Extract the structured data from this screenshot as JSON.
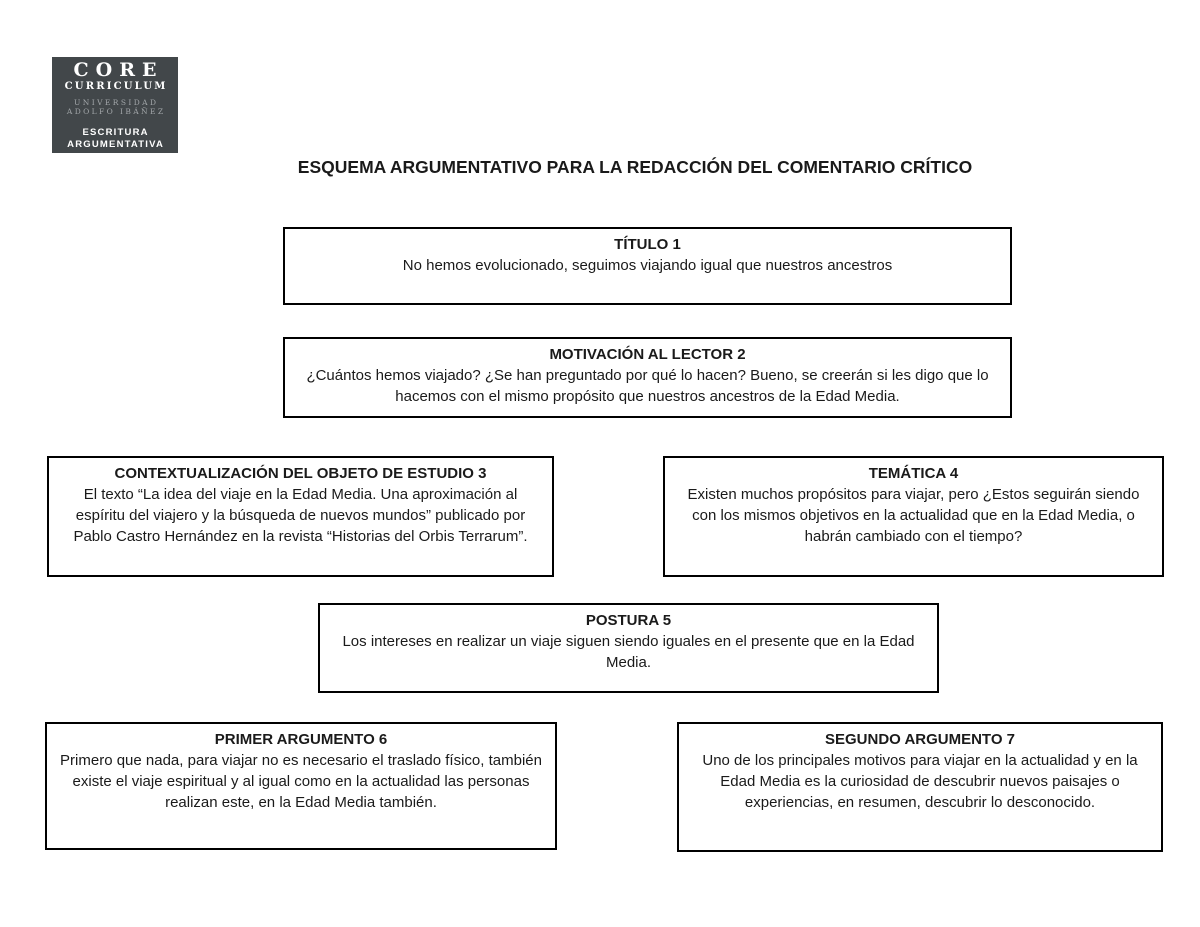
{
  "page_title": "ESQUEMA ARGUMENTATIVO PARA LA REDACCIÓN DEL COMENTARIO CRÍTICO",
  "logo": {
    "core": "CORE",
    "curriculum": "CURRICULUM",
    "universidad": "UNIVERSIDAD",
    "adolfo_ibanez": "ADOLFO IBÁÑEZ",
    "escritura": "ESCRITURA",
    "argumentativa": "ARGUMENTATIVA"
  },
  "colors": {
    "logo_bg": "#42474a",
    "logo_muted": "#a3a7aa",
    "box_border": "#000000",
    "text": "#1a1a1a"
  },
  "boxes": [
    {
      "heading": "TÍTULO 1",
      "body": "No hemos evolucionado, seguimos viajando igual que nuestros ancestros"
    },
    {
      "heading": "MOTIVACIÓN AL LECTOR 2",
      "body": "¿Cuántos hemos viajado? ¿Se han preguntado por qué lo hacen? Bueno, se creerán si les digo que lo hacemos con el mismo propósito que nuestros ancestros de la Edad Media."
    },
    {
      "heading": "CONTEXTUALIZACIÓN DEL OBJETO DE ESTUDIO 3",
      "body": "El texto “La idea del viaje en la Edad Media. Una aproximación al espíritu del viajero y la búsqueda de nuevos mundos” publicado por Pablo Castro Hernández en la revista “Historias del Orbis Terrarum”."
    },
    {
      "heading": "TEMÁTICA 4",
      "body": "Existen muchos propósitos para viajar, pero ¿Estos seguirán siendo con los mismos objetivos en la actualidad que en la Edad Media, o habrán cambiado con el tiempo?"
    },
    {
      "heading": "POSTURA 5",
      "body": "Los intereses en realizar un viaje siguen siendo iguales en el presente que en la Edad Media."
    },
    {
      "heading": "PRIMER ARGUMENTO 6",
      "body": "Primero que nada, para viajar no es necesario el traslado físico, también existe el viaje espiritual y al igual como en la actualidad las personas realizan este, en la Edad Media también."
    },
    {
      "heading": "SEGUNDO ARGUMENTO 7",
      "body": "Uno de los principales motivos para viajar en la actualidad y en la Edad Media es la curiosidad de descubrir nuevos paisajes o experiencias, en resumen, descubrir lo desconocido."
    }
  ]
}
